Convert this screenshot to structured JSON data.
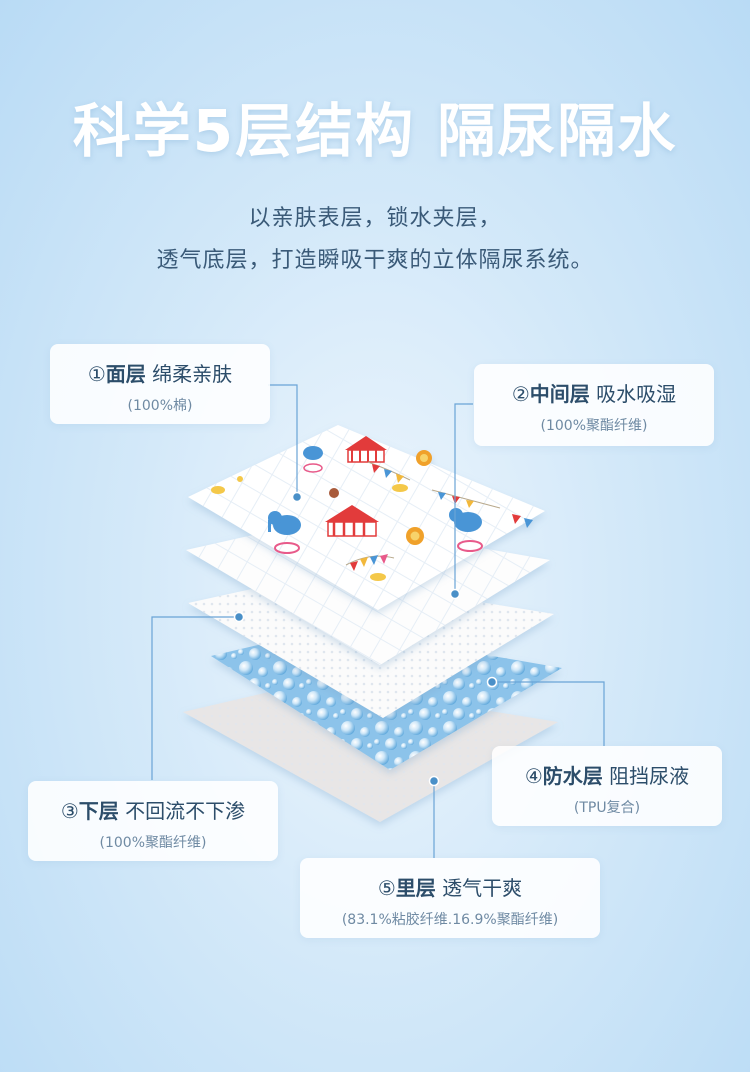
{
  "title": "科学5层结构 隔尿隔水",
  "subtitle": [
    "以亲肤表层，锁水夹层，",
    "透气底层，打造瞬吸干爽的立体隔尿系统。"
  ],
  "layers": [
    {
      "num": "①",
      "name": "面层",
      "desc": "绵柔亲肤",
      "material": "(100%棉)"
    },
    {
      "num": "②",
      "name": "中间层",
      "desc": "吸水吸湿",
      "material": "(100%聚酯纤维)"
    },
    {
      "num": "③",
      "name": "下层",
      "desc": "不回流不下渗",
      "material": "(100%聚酯纤维)"
    },
    {
      "num": "④",
      "name": "防水层",
      "desc": "阻挡尿液",
      "material": "(TPU复合)"
    },
    {
      "num": "⑤",
      "name": "里层",
      "desc": "透气干爽",
      "material": "(83.1%粘胶纤维.16.9%聚酯纤维)"
    }
  ],
  "colors": {
    "accent": "#4a90c8",
    "line": "#6aa4d6",
    "text": "#2c4d6a"
  }
}
